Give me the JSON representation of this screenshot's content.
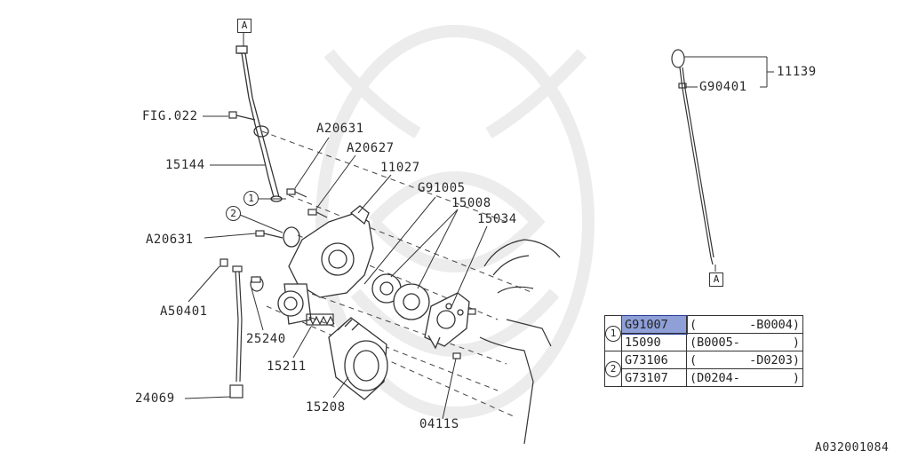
{
  "labels": {
    "fig": "FIG.022",
    "p15144": "15144",
    "a20631a": "A20631",
    "a20627": "A20627",
    "p11027": "11027",
    "g91005": "G91005",
    "p15008": "15008",
    "p15034": "15034",
    "a20631b": "A20631",
    "a50401": "A50401",
    "p25240": "25240",
    "p15211": "15211",
    "p24069": "24069",
    "p15208": "15208",
    "p0411s": "0411S",
    "p11139": "11139",
    "g90401": "G90401",
    "ref_a": "A",
    "ref_b": "A",
    "marker1": "1",
    "marker2": "2",
    "code": "A032001084"
  },
  "table": {
    "groups": [
      {
        "marker": "1",
        "rows": [
          {
            "part": "G91007",
            "open": "(",
            "range": "-B0004)",
            "highlight": true
          },
          {
            "part": "15090",
            "open": "(B0005-",
            "range": ")",
            "highlight": false
          }
        ]
      },
      {
        "marker": "2",
        "rows": [
          {
            "part": "G73106",
            "open": "(",
            "range": "-D0203)",
            "highlight": false
          },
          {
            "part": "G73107",
            "open": "(D0204-",
            "range": ")",
            "highlight": false
          }
        ]
      }
    ]
  },
  "colors": {
    "line": "#333333",
    "watermark": "#e8e8e8",
    "highlight": "#8fa0d8"
  }
}
